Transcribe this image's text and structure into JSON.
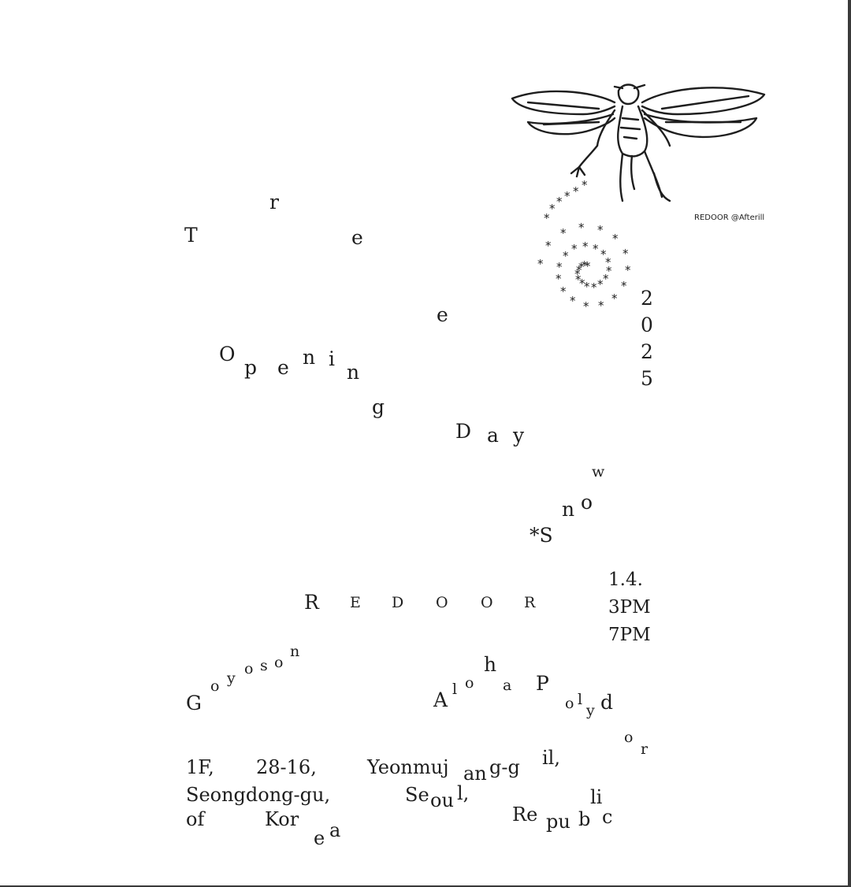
{
  "title_word_1": [
    "T",
    "r",
    "e",
    "e"
  ],
  "title_word_2": [
    "O",
    "p",
    "e",
    "n",
    "i",
    "n",
    "g"
  ],
  "title_word_3": [
    "D",
    "a",
    "y"
  ],
  "title_word_4": [
    "*S",
    "n",
    "o",
    "w"
  ],
  "year_digits": [
    "2",
    "0",
    "2",
    "5"
  ],
  "venue_letters": [
    "R",
    "E",
    "D",
    "O",
    "O",
    "R"
  ],
  "schedule": {
    "date": "1.4.",
    "time_1": "3PM",
    "time_2": "7PM"
  },
  "artist_1": [
    "G",
    "o",
    "y",
    "o",
    "s",
    "o",
    "n"
  ],
  "artist_2": [
    "A",
    "l",
    "o",
    "h",
    "a",
    "P",
    "o",
    "l",
    "y",
    "d",
    "o",
    "r"
  ],
  "address": {
    "line1_a": "1F,",
    "line1_b": "28-16,",
    "line1_c": "Yeonmuj",
    "line1_d": "an",
    "line1_e": "g-g",
    "line1_f": "il,",
    "line2_a": "Seongdong-gu,",
    "line2_b": "Se",
    "line2_c": "ou",
    "line2_d": "l,",
    "line2_e": "Re",
    "line2_f": "pu",
    "line2_g": "b",
    "line2_h": "li",
    "line2_i": "c",
    "line3_a": "of",
    "line3_b": "Kor",
    "line3_c": "e",
    "line3_d": "a"
  },
  "credit": "REDOOR @Afterill",
  "star_glyph": "*"
}
